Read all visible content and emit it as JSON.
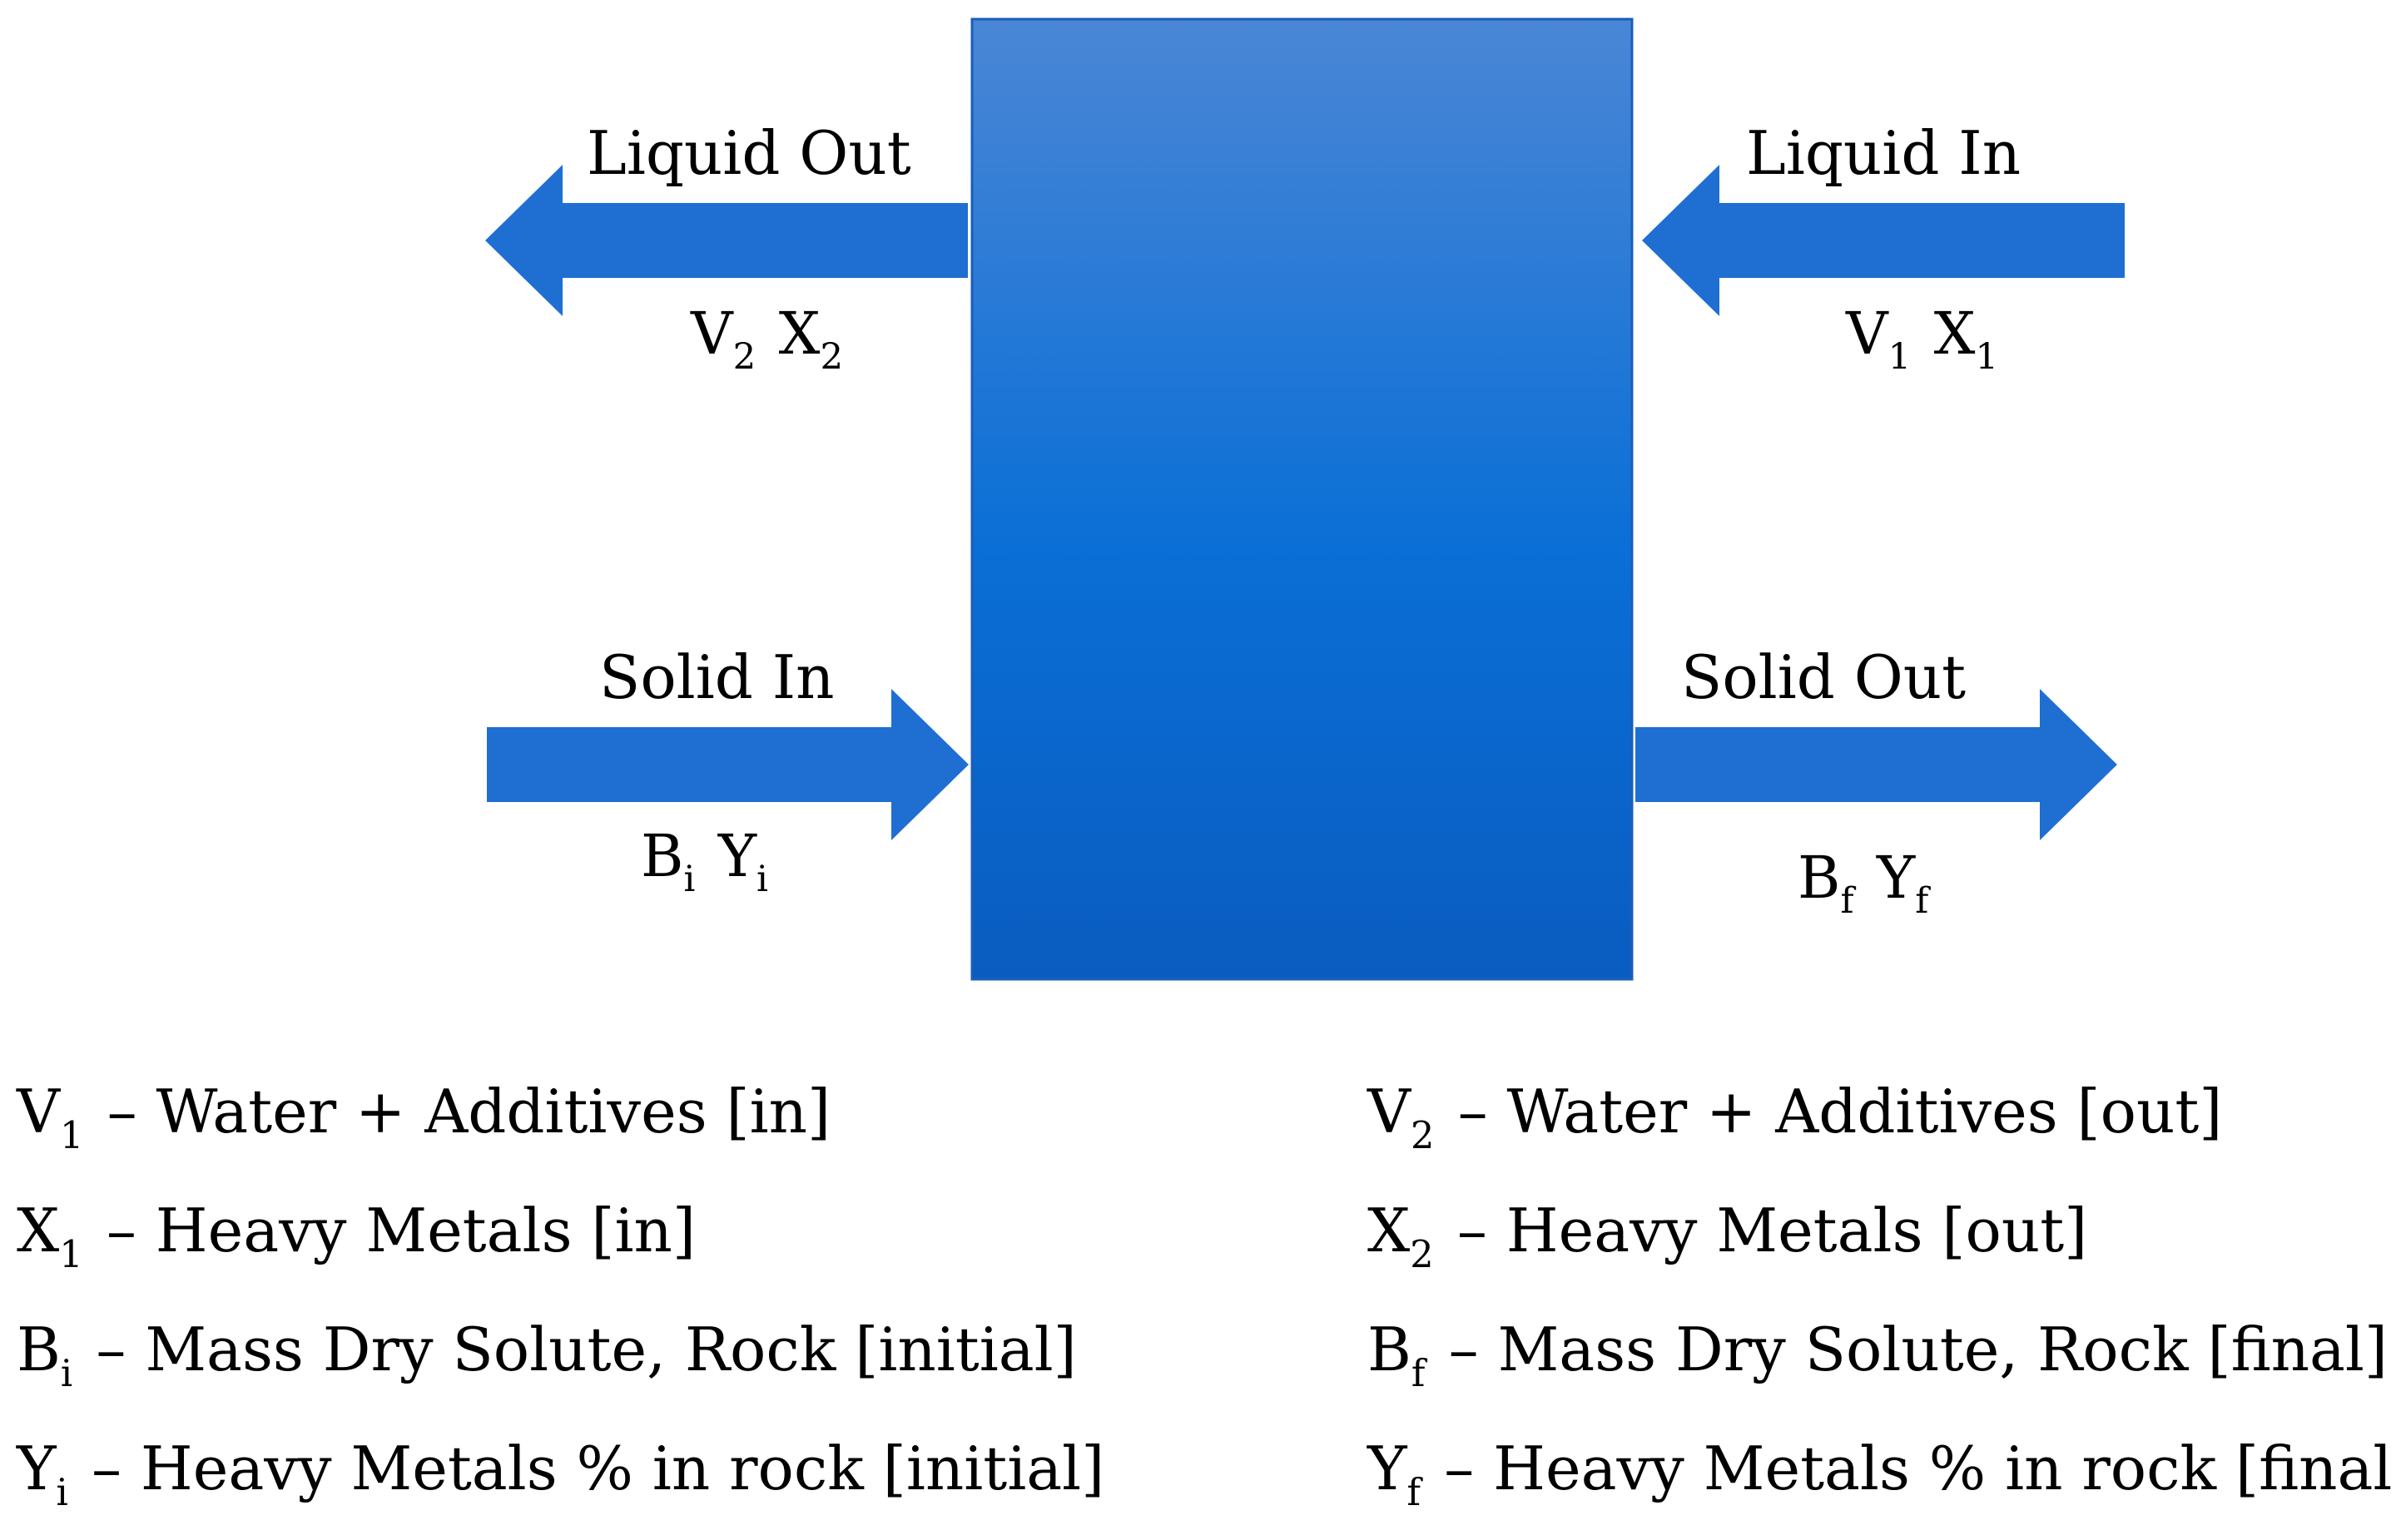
{
  "colors": {
    "vessel_top": "#4a86d6",
    "vessel_mid": "#0a6fd6",
    "vessel_bottom": "#0a5cc0",
    "arrow": "#1f6fd2"
  },
  "flows": {
    "liquid_out": {
      "label": "Liquid Out",
      "var1": "V",
      "sub1": "2",
      "var2": "X",
      "sub2": "2"
    },
    "liquid_in": {
      "label": "Liquid In",
      "var1": "V",
      "sub1": "1",
      "var2": "X",
      "sub2": "1"
    },
    "solid_in": {
      "label": "Solid In",
      "var1": "B",
      "sub1": "i",
      "var2": "Y",
      "sub2": "i"
    },
    "solid_out": {
      "label": "Solid Out",
      "var1": "B",
      "sub1": "f",
      "var2": "Y",
      "sub2": "f"
    }
  },
  "legend": {
    "left": [
      {
        "sym": "V",
        "sub": "1",
        "text": " – Water + Additives [in]"
      },
      {
        "sym": "X",
        "sub": "1",
        "text": " – Heavy Metals [in]"
      },
      {
        "sym": "B",
        "sub": "i",
        "text": " – Mass Dry Solute, Rock [initial]"
      },
      {
        "sym": "Y",
        "sub": "i",
        "text": " – Heavy Metals % in rock [initial]"
      }
    ],
    "right": [
      {
        "sym": "V",
        "sub": "2",
        "text": " – Water + Additives [out]"
      },
      {
        "sym": "X",
        "sub": "2",
        "text": " – Heavy Metals [out]"
      },
      {
        "sym": "B",
        "sub": "f",
        "text": " – Mass Dry Solute, Rock [final]"
      },
      {
        "sym": "Y",
        "sub": "f",
        "text": " – Heavy Metals % in rock [final]"
      }
    ]
  }
}
